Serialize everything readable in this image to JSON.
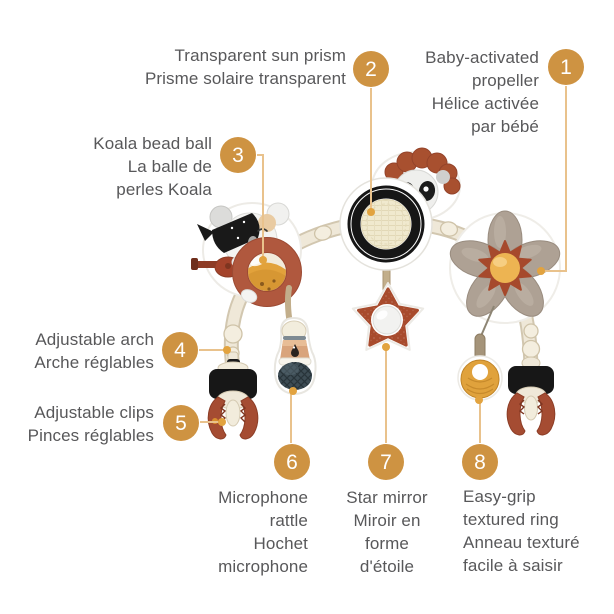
{
  "callouts": [
    {
      "number": "1",
      "text": "Baby-activated\npropeller\nHélice activée\npar bébé"
    },
    {
      "number": "2",
      "text": "Transparent sun prism\nPrisme solaire transparent"
    },
    {
      "number": "3",
      "text": "Koala bead ball\nLa balle de\nperles Koala"
    },
    {
      "number": "4",
      "text": "Adjustable arch\nArche réglables"
    },
    {
      "number": "5",
      "text": "Adjustable clips\nPinces réglables"
    },
    {
      "number": "6",
      "text": "Microphone\nrattle\nHochet\nmicrophone"
    },
    {
      "number": "7",
      "text": "Star mirror\nMiroir en\nforme\nd'étoile"
    },
    {
      "number": "8",
      "text": "Easy-grip\ntextured ring\nAnneau texturé\nfacile à saisir"
    }
  ],
  "colors": {
    "accent_orange": "#CE9342",
    "leader_line": "#E9C28C",
    "marker_dot": "#E2A33F",
    "label_text": "#58585A",
    "rust_red": "#A64B2E",
    "cream_arch": "#EFE8D8",
    "taupe_flower": "#AEA194",
    "amber_ball": "#E2A23B",
    "teal_microphone": "#3D4C54",
    "ring_orange": "#E0A23C",
    "background": "#FFFFFF"
  }
}
